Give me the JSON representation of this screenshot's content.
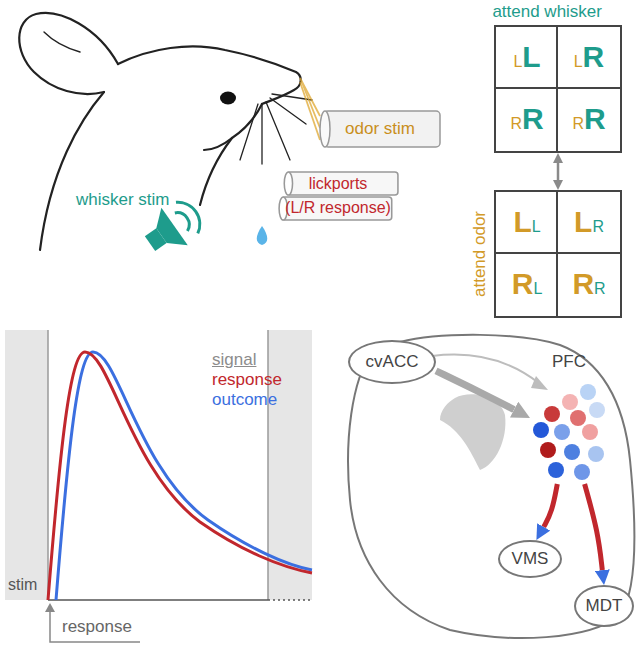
{
  "diagram": {
    "nodes": [
      {
        "text": [
          "attend whisker"
        ]
      },
      {
        "text": [
          "L",
          "L"
        ],
        "in": 0
      },
      {
        "text": [
          "L",
          "R"
        ],
        "in": 0
      },
      {
        "text": [
          "R",
          "R"
        ],
        "in": 0
      },
      {
        "text": [
          "R",
          "R"
        ],
        "in": 0
      },
      {
        "text": [
          "odor stim"
        ]
      },
      {
        "text": [
          "lickports",
          "(L/R response)"
        ]
      },
      {
        "text": [
          "attend odor"
        ]
      },
      {
        "text": [
          "L",
          "L"
        ],
        "in": 7
      },
      {
        "text": [
          "L",
          "R"
        ],
        "in": 7
      },
      {
        "text": [
          "R",
          "L"
        ],
        "in": 7
      },
      {
        "text": [
          "R",
          "R"
        ],
        "in": 7
      },
      {
        "text": [
          "cvACC"
        ]
      },
      {
        "text": [
          "PFC"
        ]
      },
      {
        "text": [
          "VMS"
        ]
      },
      {
        "text": [
          "MDT"
        ]
      }
    ],
    "edges": [
      {
        "from": 0,
        "to": 7,
        "arrow": "both"
      },
      {
        "from": 12,
        "to": 13,
        "arrow": "to"
      },
      {
        "from": 13,
        "to": 14,
        "arrow": "to"
      },
      {
        "from": 13,
        "to": 15,
        "arrow": "to"
      }
    ],
    "labels": [
      "whisker stim",
      "stim",
      "response"
    ],
    "legend": [
      {
        "text": "signal",
        "color": "#8c8c8c"
      },
      {
        "text": "response",
        "color": "#c1272d"
      },
      {
        "text": "outcome",
        "color": "#3b6fe0"
      }
    ]
  }
}
